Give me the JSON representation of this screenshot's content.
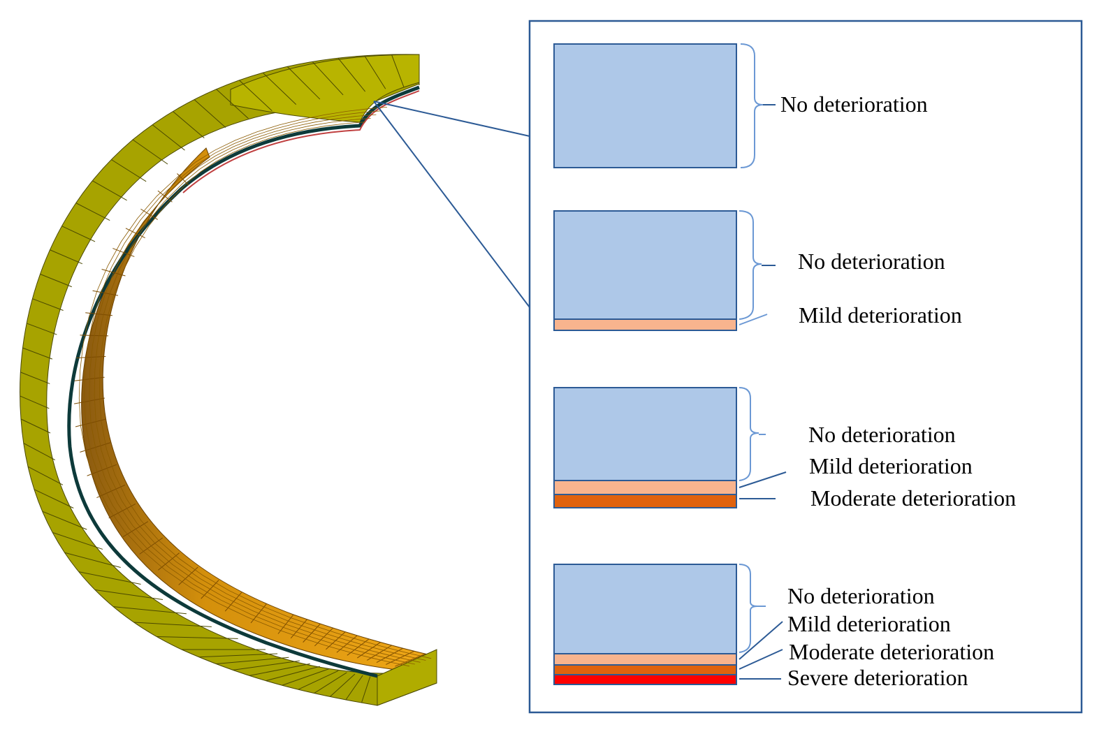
{
  "colors": {
    "liner_outer": "#a8a800",
    "liner_inner": "#e09a0a",
    "grid_line": "#3a3a00",
    "frame": "#2c5a95",
    "layer_none": "#aec8e8",
    "layer_mild": "#f8b48e",
    "layer_moderate": "#e0620e",
    "layer_severe": "#ff0000",
    "brace": "#6b98d4"
  },
  "cases": [
    {
      "name": "case-1",
      "labels": [
        "No deterioration"
      ],
      "layers": [
        "none"
      ]
    },
    {
      "name": "case-2",
      "labels": [
        "No deterioration",
        "Mild deterioration"
      ],
      "layers": [
        "none",
        "mild"
      ]
    },
    {
      "name": "case-3",
      "labels": [
        "No deterioration",
        "Mild deterioration",
        "Moderate deterioration"
      ],
      "layers": [
        "none",
        "mild",
        "moderate"
      ]
    },
    {
      "name": "case-4",
      "labels": [
        "No deterioration",
        "Mild deterioration",
        "Moderate deterioration",
        "Severe deterioration"
      ],
      "layers": [
        "none",
        "mild",
        "moderate",
        "severe"
      ]
    }
  ]
}
